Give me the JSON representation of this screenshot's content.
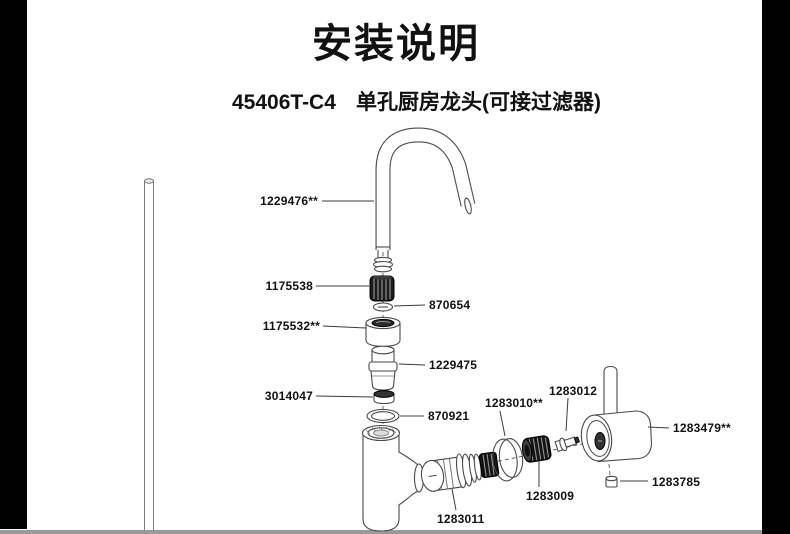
{
  "doc": {
    "title": "安装说明",
    "model": "45406T-C4",
    "product": "单孔厨房龙头(可接过滤器)"
  },
  "parts": {
    "spout": "1229476**",
    "spout_nut": "1175538",
    "washer": "870654",
    "outlet_fitting": "1175532**",
    "check_valve": "1229475",
    "spacer": "3014047",
    "o_ring": "870921",
    "trim_ring": "1283010**",
    "handle_screw": "1283012",
    "handle": "1283479**",
    "cartridge_nut": "1283009",
    "plug": "1283785",
    "cartridge": "1283011"
  },
  "colors": {
    "page_bg": "#ffffff",
    "ink": "#000000",
    "line_art": "#4a4a4a",
    "scan_edge": "#000000",
    "page_bottom_edge": "#9a9a9a"
  }
}
